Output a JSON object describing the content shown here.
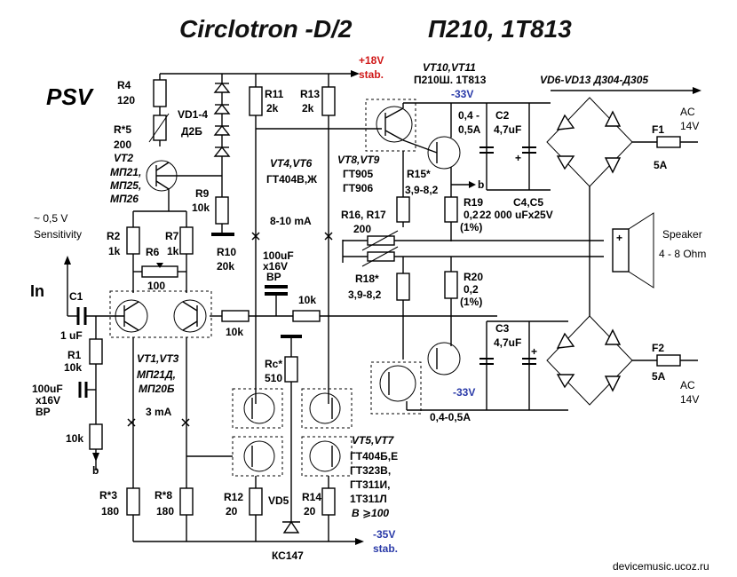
{
  "title": "Circlotron -D/2",
  "title2": "П210, 1Т813",
  "psv": "PSV",
  "supply": {
    "pos": "+18V",
    "pos_stab": "stab.",
    "neg": "-35V",
    "neg_stab": "stab.",
    "neg33a": "-33V",
    "neg33b": "-33V"
  },
  "input": {
    "label": "In",
    "sensitivity": "~ 0,5 V",
    "sensitivity_label": "Sensitivity"
  },
  "parts": {
    "r4": "R4",
    "r4v": "120",
    "r5": "R*5",
    "r5v": "200",
    "vd14": "VD1-4",
    "vd14t": "Д2Б",
    "vt2": "VT2",
    "vt2t1": "МП21,",
    "vt2t2": "МП25,",
    "vt2t3": "МП26",
    "r9": "R9",
    "r9v": "10k",
    "r10": "R10",
    "r10v": "20k",
    "r11": "R11",
    "r11v": "2k",
    "r13": "R13",
    "r13v": "2k",
    "vt46": "VT4,VT6",
    "vt46t": "ГТ404В,Ж",
    "cur810": "8-10 mA",
    "vt89": "VT8,VT9",
    "vt89a": "ГТ905",
    "vt89b": "ГТ906",
    "vt1011": "VT10,VT11",
    "vt1011t": "П210Ш. 1Т813",
    "vd613": "VD6-VD13 Д304-Д305",
    "r2": "R2",
    "r2v": "1k",
    "r7": "R7",
    "r7v": "1k",
    "r6": "R6",
    "r6v": "100",
    "c1": "C1",
    "c1v": "1 uF",
    "r1": "R1",
    "r1v": "10k",
    "c_bp1": "100uF",
    "c_bp2": "x16V",
    "c_bp3": "BP",
    "c_mid1": "100uF",
    "c_mid2": "x16V",
    "c_mid3": "BP",
    "r10k_a": "10k",
    "r10k_b": "10k",
    "r10k_c": "10k",
    "vt13": "VT1,VT3",
    "vt13a": "МП21Д,",
    "vt13b": "МП20Б",
    "cur3": "3 mA",
    "rc": "Rc*",
    "rcv": "510",
    "r3": "R*3",
    "r3v": "180",
    "r8": "R*8",
    "r8v": "180",
    "r12": "R12",
    "r12v": "20",
    "vd5": "VD5",
    "r14": "R14",
    "r14v": "20",
    "kc147": "КС147",
    "vt57": "VT5,VT7",
    "vt57a": "ГТ404Б,Е",
    "vt57b": "ГТ323В,",
    "vt57c": "ГТ311И,",
    "vt57d": "1Т311Л",
    "vt57e": "B ⩾100",
    "r15": "R15*",
    "r15v": "3,9-8,2",
    "r19": "R19",
    "r19v": "0,2",
    "r19p": "(1%)",
    "r1617": "R16, R17",
    "r1617v": "200",
    "r18": "R18*",
    "r18v": "3,9-8,2",
    "r20": "R20",
    "r20v": "0,2",
    "r20p": "(1%)",
    "c2": "C2",
    "c2v": "4,7uF",
    "c3": "C3",
    "c3v": "4,7uF",
    "c45": "C4,C5",
    "c45v": "22 000 uFx25V",
    "cur_top1": "0,4 -",
    "cur_top2": "0,5A",
    "cur_bot": "0,4-0,5A",
    "b_top": "b",
    "b_bot": "b",
    "f1": "F1",
    "f1v": "5A",
    "f2": "F2",
    "f2v": "5A",
    "ac_top1": "AC",
    "ac_top2": "14V",
    "ac_bot1": "AC",
    "ac_bot2": "14V",
    "speaker": "Speaker",
    "ohm": "4 - 8 Ohm"
  },
  "footer": "devicemusic.ucoz.ru"
}
